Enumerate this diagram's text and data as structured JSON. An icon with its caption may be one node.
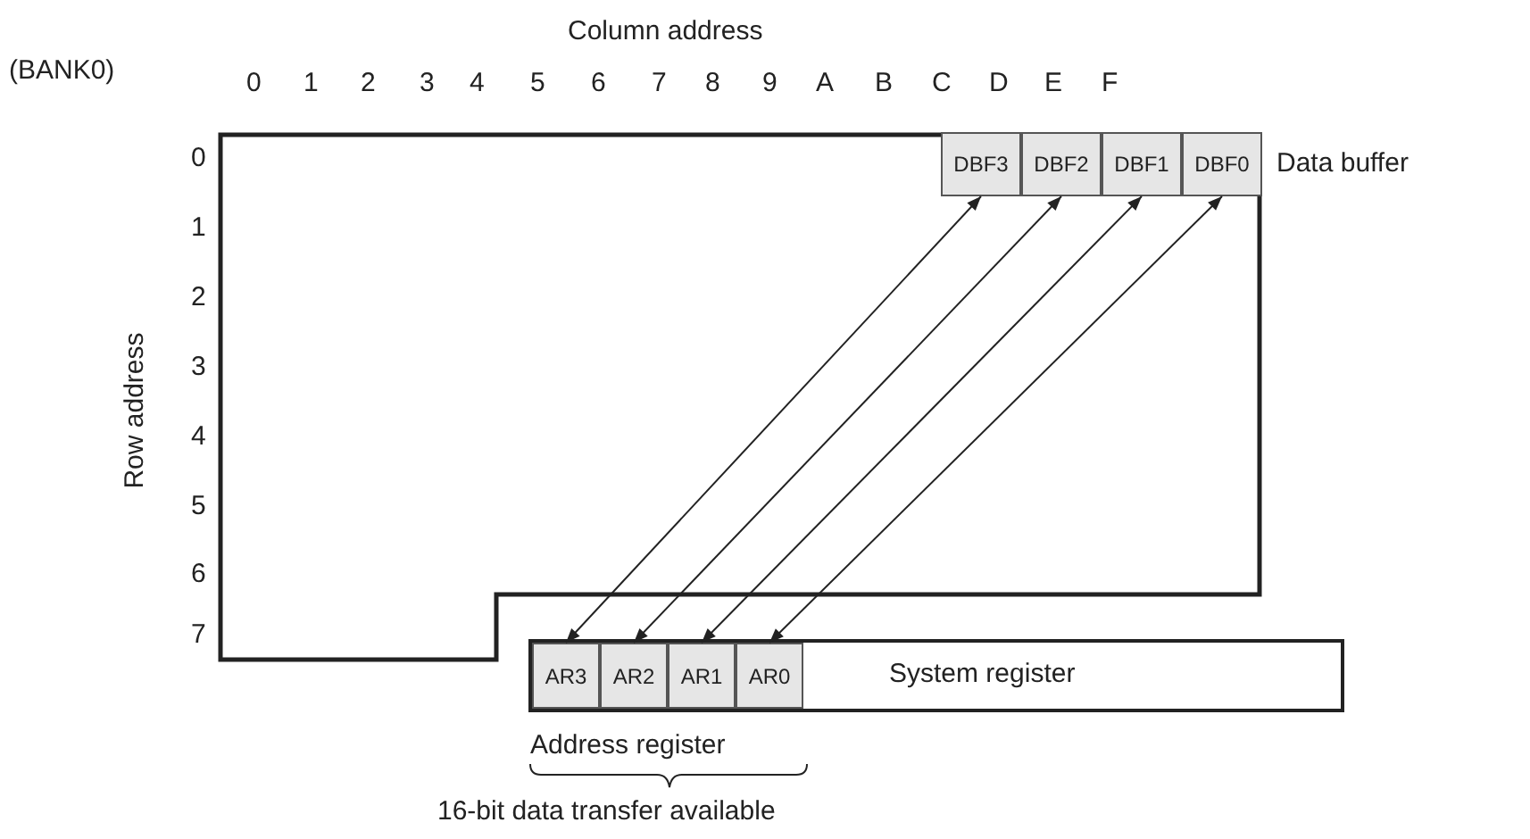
{
  "diagram": {
    "nodes": [
      {
        "text": [],
        "shape": "box"
      },
      {
        "text": [
          "DBF3"
        ],
        "in": 0
      },
      {
        "text": [
          "DBF2"
        ],
        "in": 0
      },
      {
        "text": [
          "DBF1"
        ],
        "in": 0
      },
      {
        "text": [
          "DBF0"
        ],
        "in": 0
      },
      {
        "text": [
          "System register"
        ]
      },
      {
        "text": [
          "AR3"
        ],
        "in": 5
      },
      {
        "text": [
          "AR2"
        ],
        "in": 5
      },
      {
        "text": [
          "AR1"
        ],
        "in": 5
      },
      {
        "text": [
          "AR0"
        ],
        "in": 5
      }
    ],
    "edges": [
      {
        "from": 6,
        "to": 1,
        "arrow": "both"
      },
      {
        "from": 7,
        "to": 2,
        "arrow": "both"
      },
      {
        "from": 8,
        "to": 3,
        "arrow": "both"
      },
      {
        "from": 9,
        "to": 4,
        "arrow": "both"
      }
    ],
    "labels": [
      "Column address",
      "(BANK0)",
      "0",
      "1",
      "2",
      "3",
      "4",
      "5",
      "6",
      "7",
      "8",
      "9",
      "A",
      "B",
      "C",
      "D",
      "E",
      "F",
      "Data buffer",
      "Row address",
      "0",
      "1",
      "2",
      "3",
      "4",
      "5",
      "6",
      "7",
      "Address register",
      "16-bit data transfer available"
    ]
  }
}
